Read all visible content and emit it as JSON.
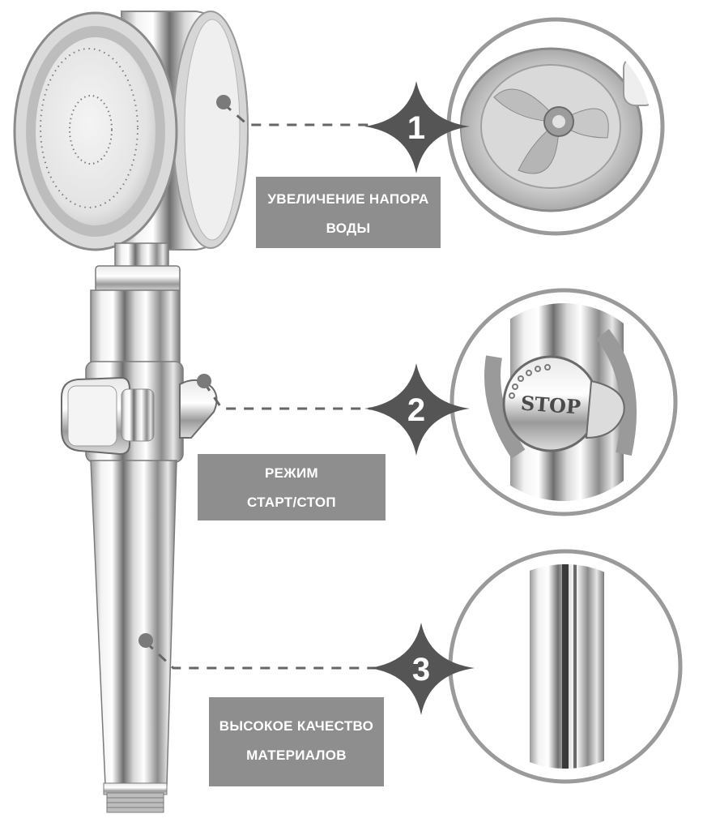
{
  "features": [
    {
      "number": "1",
      "line1": "УВЕЛИЧЕНИЕ НАПОРА",
      "line2": "ВОДЫ"
    },
    {
      "number": "2",
      "line1": "РЕЖИМ",
      "line2": "СТАРТ/СТОП"
    },
    {
      "number": "3",
      "line1": "ВЫСОКОЕ КАЧЕСТВО",
      "line2": "МАТЕРИАЛОВ"
    }
  ],
  "detail_2": {
    "button_text": "STOP"
  },
  "colors": {
    "label_background": "#8e8e8e",
    "star_fill": "#555555",
    "dash_line": "#666666",
    "chrome_dark": "#6a6a6a",
    "chrome_light": "#f4f4f4"
  }
}
